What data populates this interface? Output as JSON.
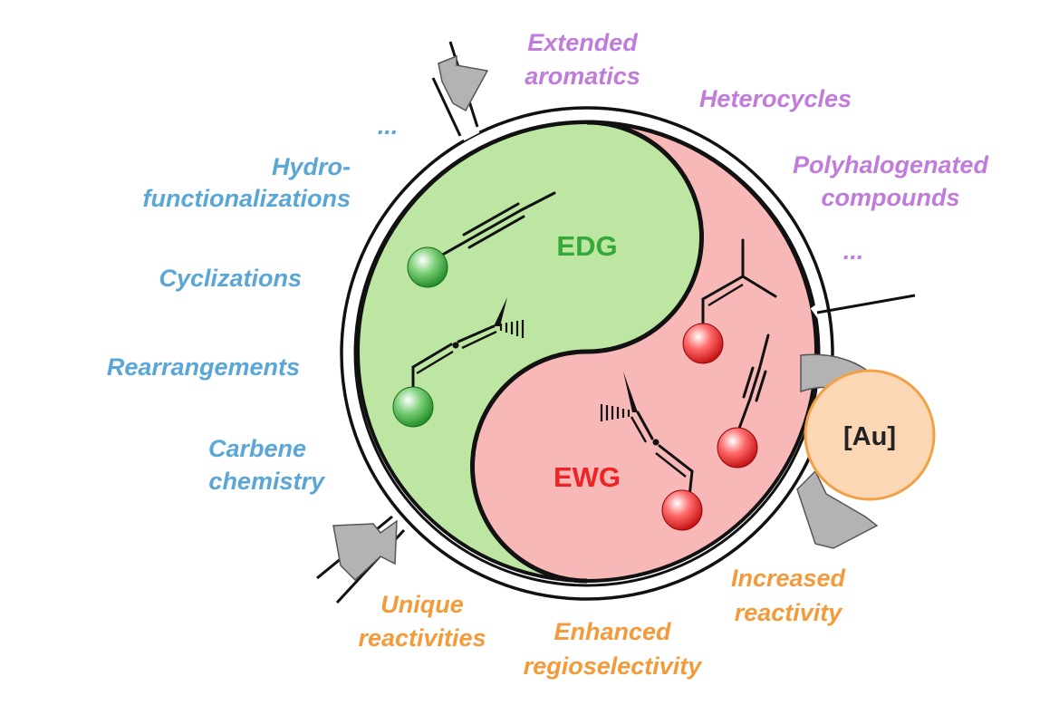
{
  "center": {
    "edg_label": "EDG",
    "ewg_label": "EWG",
    "catalyst_label": "[Au]"
  },
  "left_labels": {
    "ellipsis": "...",
    "hydro_line1": "Hydro-",
    "hydro_line2": "functionalizations",
    "cyclizations": "Cyclizations",
    "rearrangements": "Rearrangements",
    "carbene_line1": "Carbene",
    "carbene_line2": "chemistry"
  },
  "right_labels": {
    "extended_line1": "Extended",
    "extended_line2": "aromatics",
    "heterocycles": "Heterocycles",
    "polyhalo_line1": "Polyhalogenated",
    "polyhalo_line2": "compounds",
    "ellipsis": "..."
  },
  "bottom_labels": {
    "unique_line1": "Unique",
    "unique_line2": "reactivities",
    "enhanced_line1": "Enhanced",
    "enhanced_line2": "regioselectivity",
    "increased_line1": "Increased",
    "increased_line2": "reactivity"
  },
  "colors": {
    "left_text": "#5aa6d6",
    "right_text": "#c07bdb",
    "bottom_text": "#f39a3a",
    "edg_fill": "#bde6a2",
    "ewg_fill": "#f9b8b8",
    "edg_text": "#35a83a",
    "ewg_text": "#ee2424",
    "catalyst_fill": "#fbd7b6",
    "catalyst_border": "#f3a045"
  }
}
